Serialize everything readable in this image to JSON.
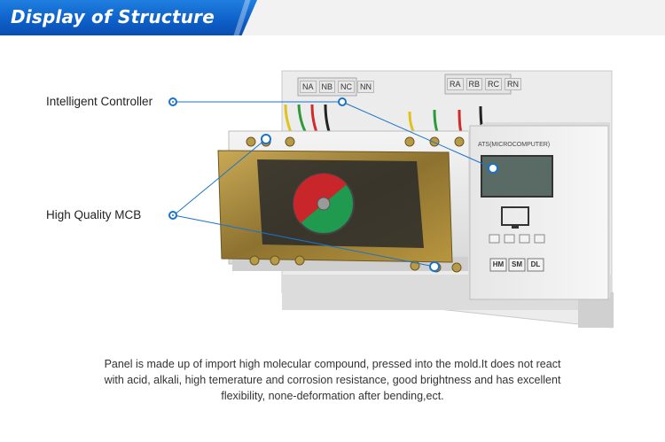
{
  "header": {
    "title": "Display of Structure"
  },
  "callouts": {
    "controller_label": "Intelligent Controller",
    "mcb_label": "High Quality MCB"
  },
  "terminals": {
    "left": [
      "NA",
      "NB",
      "NC",
      "NN"
    ],
    "right": [
      "RA",
      "RB",
      "RC",
      "RN"
    ]
  },
  "controller": {
    "model_label": "ATS(MICROCOMPUTER)",
    "buttons": [
      "HM",
      "SM",
      "DL"
    ]
  },
  "caption": {
    "line1": "Panel is made up of import high molecular compound, pressed into the mold.It does not react",
    "line2": "with acid, alkali, high temerature and corrosion resistance, good brightness and has excellent",
    "line3": "flexibility, none-deformation after bending,ect."
  },
  "colors": {
    "banner_blue": "#0d5fc8",
    "callout_blue": "#1a73c9",
    "dial_red": "#c8262b",
    "dial_green": "#1f9a4e",
    "plate_brass": "#a88a3a"
  }
}
